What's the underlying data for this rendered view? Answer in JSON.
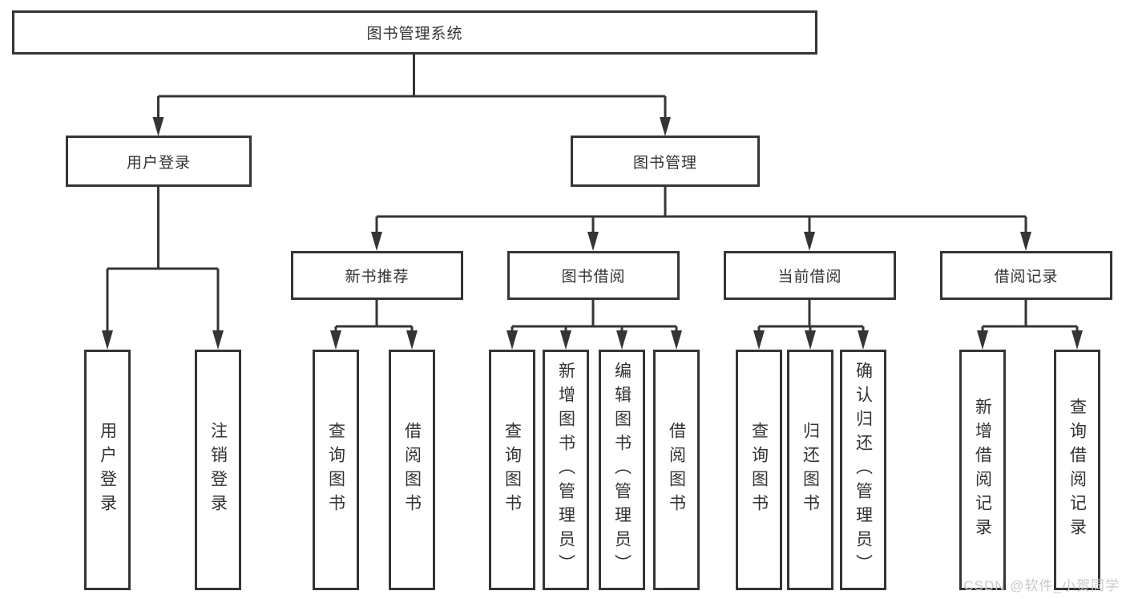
{
  "diagram": {
    "root": {
      "label": "图书管理系统"
    },
    "branches": [
      {
        "label": "用户登录",
        "leaves": [
          {
            "label": "用户登录"
          },
          {
            "label": "注销登录"
          }
        ]
      },
      {
        "label": "图书管理",
        "groups": [
          {
            "label": "新书推荐",
            "leaves": [
              {
                "label": "查询图书"
              },
              {
                "label": "借阅图书"
              }
            ]
          },
          {
            "label": "图书借阅",
            "leaves": [
              {
                "label": "查询图书"
              },
              {
                "label": "新增图书（管理员）"
              },
              {
                "label": "编辑图书（管理员）"
              },
              {
                "label": "借阅图书"
              }
            ]
          },
          {
            "label": "当前借阅",
            "leaves": [
              {
                "label": "查询图书"
              },
              {
                "label": "归还图书"
              },
              {
                "label": "确认归还（管理员）"
              }
            ]
          },
          {
            "label": "借阅记录",
            "leaves": [
              {
                "label": "新增借阅记录"
              },
              {
                "label": "查询借阅记录"
              }
            ]
          }
        ]
      }
    ]
  },
  "watermark": {
    "text": "CSDN @软件_小贺同学"
  },
  "colors": {
    "line": "#353535",
    "text": "#333333",
    "background": "#ffffff",
    "watermark": "#c9c9c9"
  }
}
